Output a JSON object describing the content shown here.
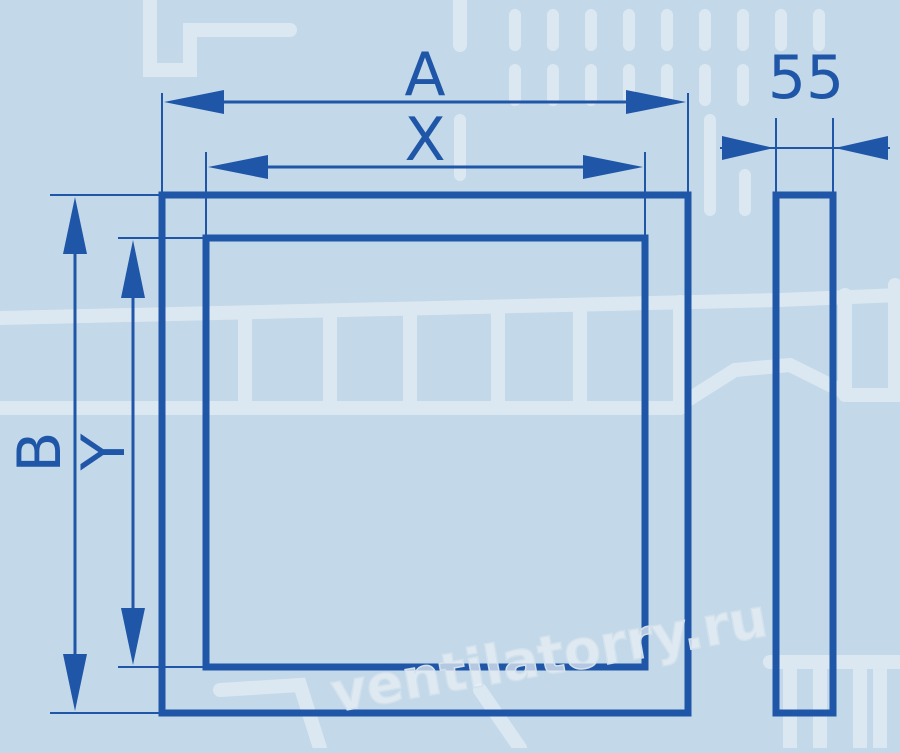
{
  "colors": {
    "background": "#c3d8e8",
    "line": "#1f56a8",
    "watermark_pattern": "#dce8f1",
    "watermark_text": "#e8eff5"
  },
  "dimensions": {
    "outer_width_label": "A",
    "inner_width_label": "X",
    "outer_height_label": "B",
    "inner_height_label": "Y",
    "depth_label": "55"
  },
  "watermark": {
    "text": "ventilatorry.ru"
  }
}
